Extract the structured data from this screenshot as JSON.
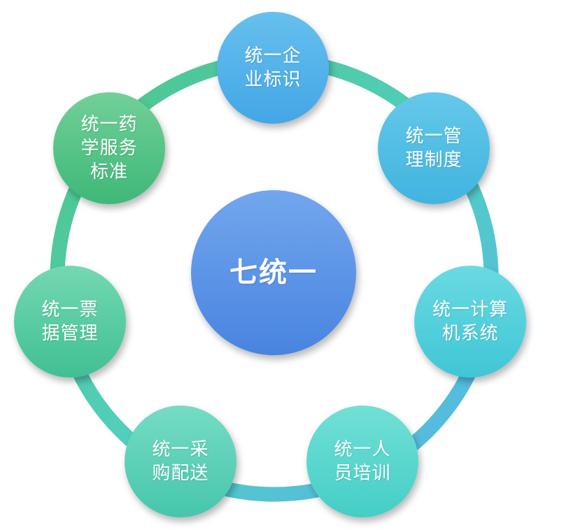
{
  "center": {
    "label": "七统一",
    "color_top": "#72A6EE",
    "color_bottom": "#4884E0"
  },
  "ring": {
    "color_start": "#4DC586",
    "color_mid": "#52CFC1",
    "color_end": "#56B3EB"
  },
  "nodes": [
    {
      "id": "corporate-identity",
      "label": "统一企\n业标识",
      "color_top": "#66C0EE",
      "color_bottom": "#44A6E6"
    },
    {
      "id": "management-system",
      "label": "统一管\n理制度",
      "color_top": "#66C8EA",
      "color_bottom": "#40B4E0"
    },
    {
      "id": "computer-system",
      "label": "统一计算\n机系统",
      "color_top": "#6ADAE2",
      "color_bottom": "#40C6D6"
    },
    {
      "id": "staff-training",
      "label": "统一人\n员培训",
      "color_top": "#72E0D6",
      "color_bottom": "#44CEC6"
    },
    {
      "id": "procurement-delivery",
      "label": "统一采\n购配送",
      "color_top": "#76DCC4",
      "color_bottom": "#46C6AC"
    },
    {
      "id": "invoice-management",
      "label": "统一票\n据管理",
      "color_top": "#74D8B2",
      "color_bottom": "#40C094"
    },
    {
      "id": "pharmacy-service-standard",
      "label": "统一药\n学服务\n标准",
      "color_top": "#72D098",
      "color_bottom": "#3EB878"
    }
  ]
}
